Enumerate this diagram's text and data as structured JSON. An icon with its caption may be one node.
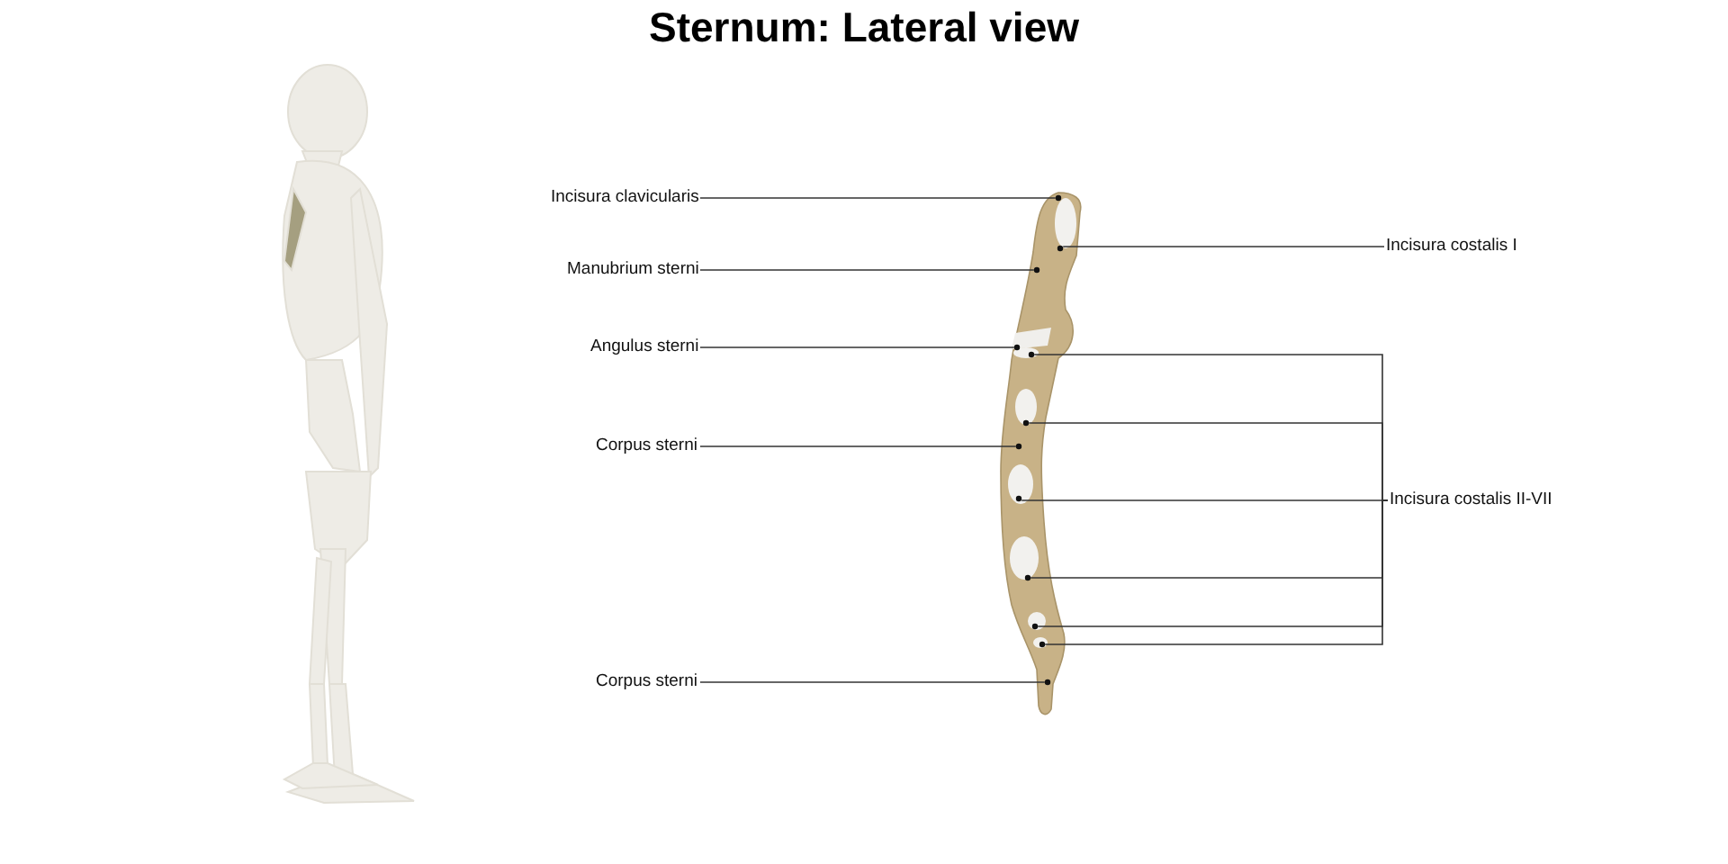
{
  "diagram": {
    "title": "Sternum: Lateral view",
    "nodes": [
      {
        "text": [
          "Incisura clavicularis"
        ]
      },
      {
        "text": [
          "Manubrium sterni"
        ]
      },
      {
        "text": [
          "Angulus sterni"
        ]
      },
      {
        "text": [
          "Corpus sterni"
        ]
      },
      {
        "text": [
          "Corpus sterni"
        ]
      },
      {
        "text": [
          "Incisura costalis I"
        ]
      },
      {
        "text": [
          "Incisura costalis II-VII"
        ]
      },
      {
        "text": [],
        "shape": "circle"
      },
      {
        "text": [],
        "shape": "circle"
      },
      {
        "text": [],
        "shape": "circle"
      },
      {
        "text": [],
        "shape": "circle"
      },
      {
        "text": [],
        "shape": "circle"
      },
      {
        "text": [],
        "shape": "circle"
      },
      {
        "text": [],
        "shape": "circle"
      },
      {
        "text": [],
        "shape": "circle"
      },
      {
        "text": [],
        "shape": "circle"
      },
      {
        "text": [],
        "shape": "circle"
      },
      {
        "text": [],
        "shape": "circle"
      },
      {
        "text": [],
        "shape": "circle"
      }
    ],
    "edges": [
      {
        "from": 0,
        "to": 7,
        "arrow": "none"
      },
      {
        "from": 5,
        "to": 8,
        "arrow": "none"
      },
      {
        "from": 1,
        "to": 9,
        "arrow": "none"
      },
      {
        "from": 2,
        "to": 10,
        "arrow": "none"
      },
      {
        "from": 6,
        "to": 11,
        "arrow": "none"
      },
      {
        "from": 6,
        "to": 12,
        "arrow": "none"
      },
      {
        "from": 3,
        "to": 13,
        "arrow": "none"
      },
      {
        "from": 6,
        "to": 14,
        "arrow": "none"
      },
      {
        "from": 6,
        "to": 15,
        "arrow": "none"
      },
      {
        "from": 6,
        "to": 16,
        "arrow": "none"
      },
      {
        "from": 6,
        "to": 17,
        "arrow": "none"
      },
      {
        "from": 4,
        "to": 18,
        "arrow": "none"
      }
    ]
  }
}
